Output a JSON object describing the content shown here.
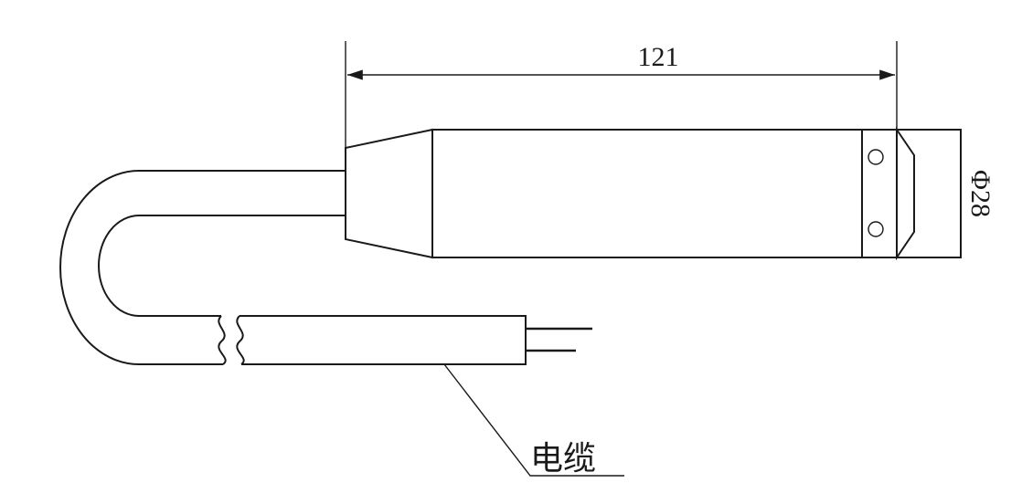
{
  "diagram": {
    "length_dimension": "121",
    "diameter_dimension": "Φ28",
    "cable_label": "电缆"
  }
}
